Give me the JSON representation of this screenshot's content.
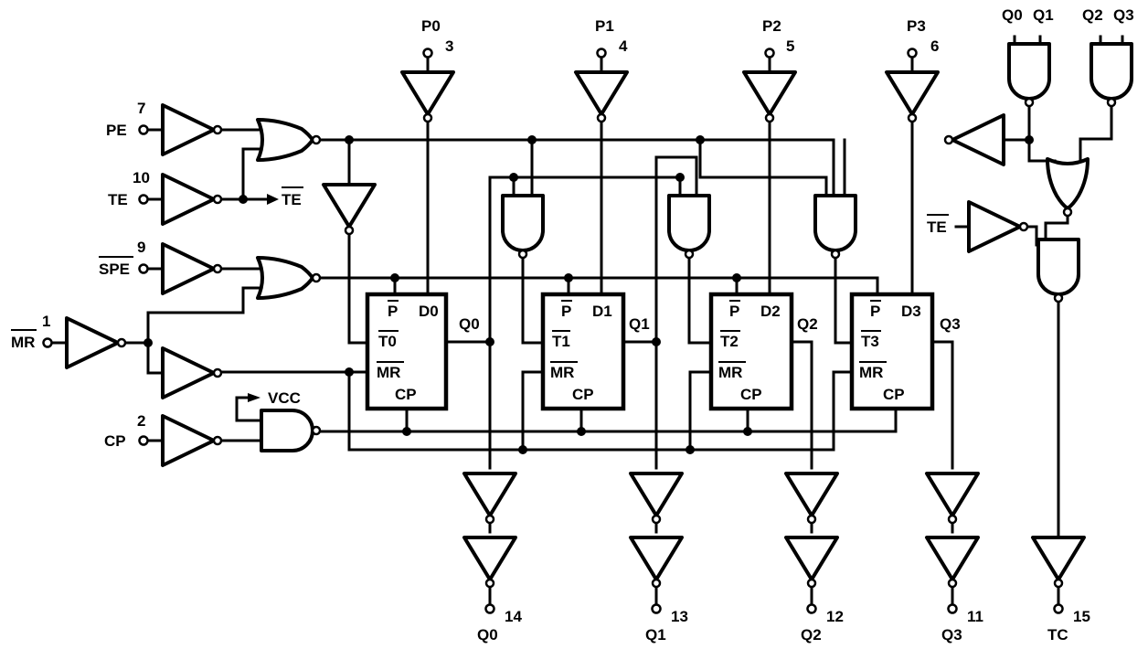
{
  "inputs": {
    "pe": {
      "name": "PE",
      "pin": "7"
    },
    "te": {
      "name": "TE",
      "pin": "10"
    },
    "spe": {
      "name": "SPE",
      "pin": "9"
    },
    "mr": {
      "name": "MR",
      "pin": "1"
    },
    "cp": {
      "name": "CP",
      "pin": "2"
    }
  },
  "te_bar_output": "TE",
  "vcc_label": "VCC",
  "parallel_inputs": [
    {
      "name": "P0",
      "pin": "3"
    },
    {
      "name": "P1",
      "pin": "4"
    },
    {
      "name": "P2",
      "pin": "5"
    },
    {
      "name": "P3",
      "pin": "6"
    }
  ],
  "flip_flops": [
    {
      "p": "P",
      "d": "D0",
      "t": "T0",
      "mr": "MR",
      "cp": "CP",
      "q": "Q0"
    },
    {
      "p": "P",
      "d": "D1",
      "t": "T1",
      "mr": "MR",
      "cp": "CP",
      "q": "Q1"
    },
    {
      "p": "P",
      "d": "D2",
      "t": "T2",
      "mr": "MR",
      "cp": "CP",
      "q": "Q2"
    },
    {
      "p": "P",
      "d": "D3",
      "t": "T3",
      "mr": "MR",
      "cp": "CP",
      "q": "Q3"
    }
  ],
  "outputs": [
    {
      "name": "Q0",
      "pin": "14"
    },
    {
      "name": "Q1",
      "pin": "13"
    },
    {
      "name": "Q2",
      "pin": "12"
    },
    {
      "name": "Q3",
      "pin": "11"
    },
    {
      "name": "TC",
      "pin": "15"
    }
  ],
  "tc_logic_labels": {
    "q0": "Q0",
    "q1": "Q1",
    "q2": "Q2",
    "q3": "Q3",
    "te": "TE"
  }
}
